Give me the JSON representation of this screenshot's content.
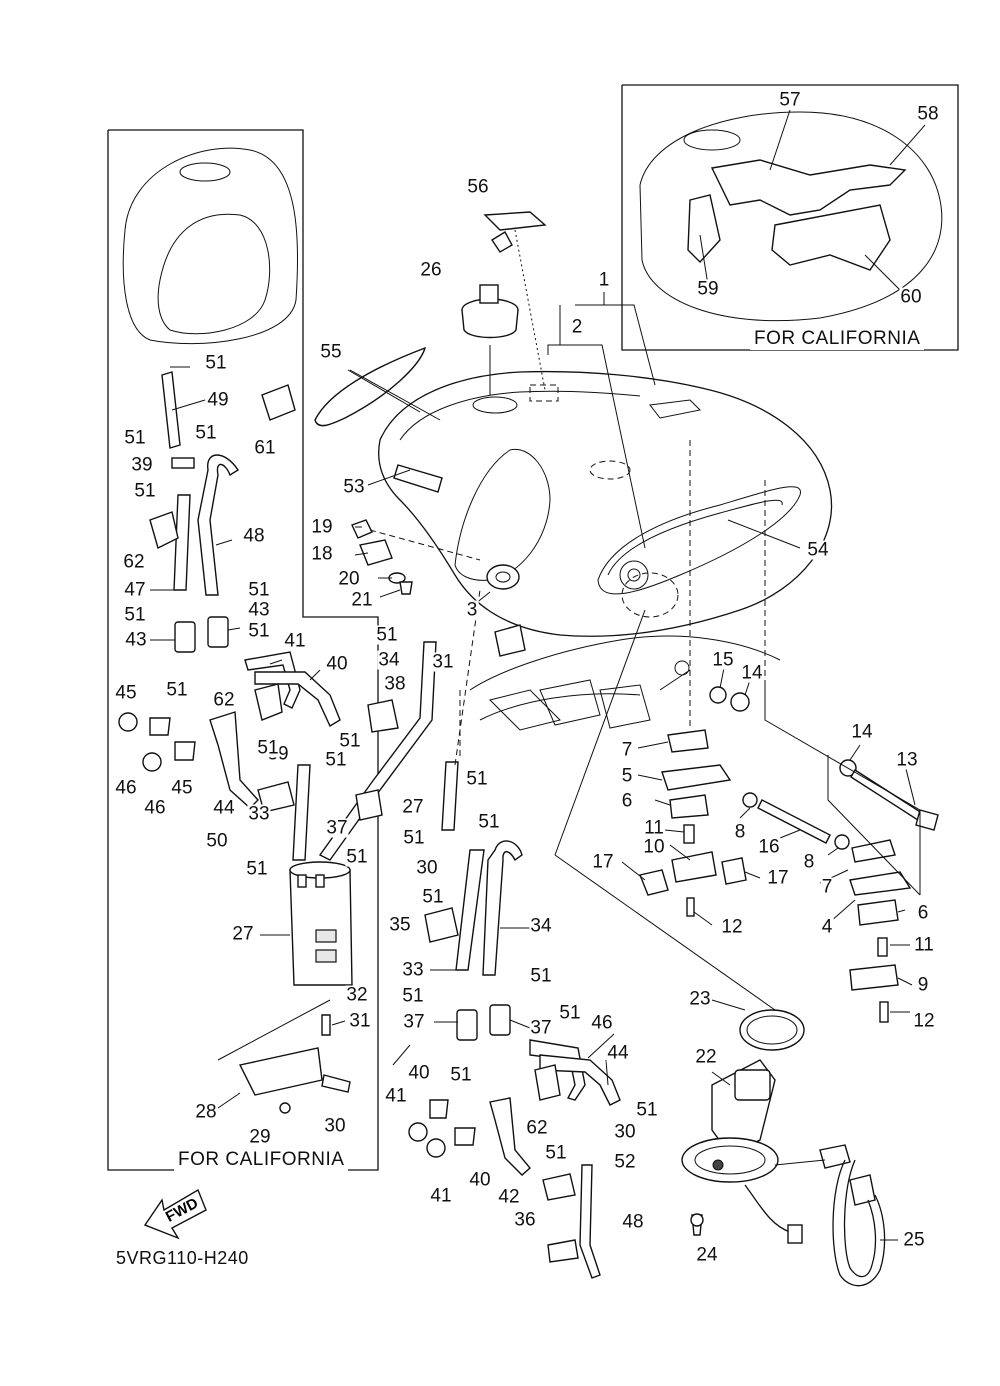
{
  "diagram": {
    "code": "5VRG110-H240",
    "inset_california_top": "FOR CALIFORNIA",
    "inset_california_left": "FOR CALIFORNIA",
    "fwd": "FWD"
  },
  "callouts": [
    {
      "n": "1"
    },
    {
      "n": "2"
    },
    {
      "n": "3"
    },
    {
      "n": "4"
    },
    {
      "n": "5"
    },
    {
      "n": "6"
    },
    {
      "n": "6"
    },
    {
      "n": "7"
    },
    {
      "n": "7"
    },
    {
      "n": "8"
    },
    {
      "n": "8"
    },
    {
      "n": "9"
    },
    {
      "n": "10"
    },
    {
      "n": "11"
    },
    {
      "n": "11"
    },
    {
      "n": "12"
    },
    {
      "n": "12"
    },
    {
      "n": "13"
    },
    {
      "n": "14"
    },
    {
      "n": "14"
    },
    {
      "n": "15"
    },
    {
      "n": "16"
    },
    {
      "n": "17"
    },
    {
      "n": "17"
    },
    {
      "n": "18"
    },
    {
      "n": "19"
    },
    {
      "n": "20"
    },
    {
      "n": "21"
    },
    {
      "n": "22"
    },
    {
      "n": "23"
    },
    {
      "n": "24"
    },
    {
      "n": "25"
    },
    {
      "n": "26"
    },
    {
      "n": "27"
    },
    {
      "n": "27"
    },
    {
      "n": "28"
    },
    {
      "n": "29"
    },
    {
      "n": "30"
    },
    {
      "n": "30"
    },
    {
      "n": "30"
    },
    {
      "n": "31"
    },
    {
      "n": "31"
    },
    {
      "n": "32"
    },
    {
      "n": "33"
    },
    {
      "n": "33"
    },
    {
      "n": "34"
    },
    {
      "n": "34"
    },
    {
      "n": "35"
    },
    {
      "n": "36"
    },
    {
      "n": "37"
    },
    {
      "n": "37"
    },
    {
      "n": "37"
    },
    {
      "n": "38"
    },
    {
      "n": "39"
    },
    {
      "n": "39"
    },
    {
      "n": "40"
    },
    {
      "n": "40"
    },
    {
      "n": "40"
    },
    {
      "n": "41"
    },
    {
      "n": "41"
    },
    {
      "n": "41"
    },
    {
      "n": "42"
    },
    {
      "n": "43"
    },
    {
      "n": "43"
    },
    {
      "n": "44"
    },
    {
      "n": "44"
    },
    {
      "n": "45"
    },
    {
      "n": "45"
    },
    {
      "n": "46"
    },
    {
      "n": "46"
    },
    {
      "n": "46"
    },
    {
      "n": "47"
    },
    {
      "n": "48"
    },
    {
      "n": "48"
    },
    {
      "n": "49"
    },
    {
      "n": "50"
    },
    {
      "n": "51"
    },
    {
      "n": "51"
    },
    {
      "n": "51"
    },
    {
      "n": "51"
    },
    {
      "n": "51"
    },
    {
      "n": "51"
    },
    {
      "n": "51"
    },
    {
      "n": "51"
    },
    {
      "n": "51"
    },
    {
      "n": "51"
    },
    {
      "n": "51"
    },
    {
      "n": "51"
    },
    {
      "n": "51"
    },
    {
      "n": "51"
    },
    {
      "n": "51"
    },
    {
      "n": "51"
    },
    {
      "n": "51"
    },
    {
      "n": "51"
    },
    {
      "n": "51"
    },
    {
      "n": "51"
    },
    {
      "n": "51"
    },
    {
      "n": "51"
    },
    {
      "n": "51"
    },
    {
      "n": "51"
    },
    {
      "n": "52"
    },
    {
      "n": "53"
    },
    {
      "n": "54"
    },
    {
      "n": "55"
    },
    {
      "n": "56"
    },
    {
      "n": "57"
    },
    {
      "n": "58"
    },
    {
      "n": "59"
    },
    {
      "n": "60"
    },
    {
      "n": "61"
    },
    {
      "n": "62"
    },
    {
      "n": "62"
    },
    {
      "n": "62"
    }
  ]
}
